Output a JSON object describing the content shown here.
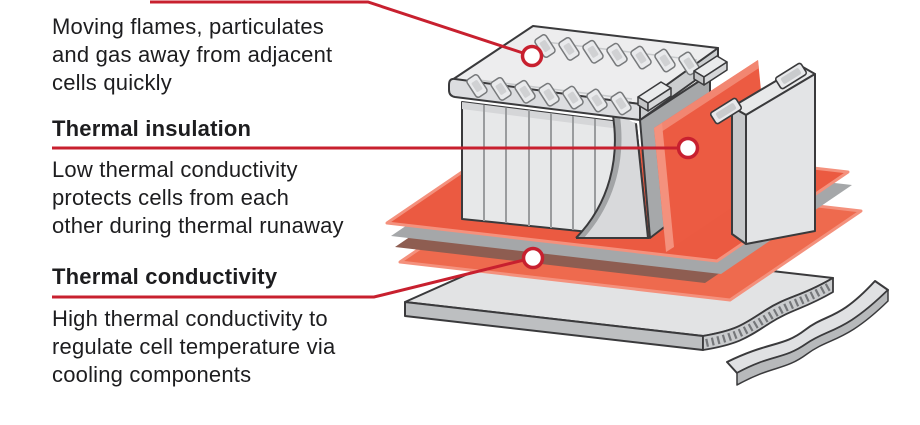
{
  "figure": {
    "type": "labeled-diagram",
    "subject": "battery-module-thermal-management-exploded-view",
    "parts": [
      "battery-module",
      "lid-terminals",
      "thermal-insulation-sheet",
      "battery-cell",
      "thermal-interface-layers",
      "cooling-plate",
      "cooling-channel-strip"
    ],
    "marker_count": 3
  },
  "colors": {
    "accent_red": "#c8202f",
    "orange_sheet": "#eb5a41",
    "orange_sheet_light": "#f4917d",
    "maroon_layer": "#8e5d51",
    "metal_gray": "#e7e8e9",
    "text": "#1d1d1f"
  },
  "annotations": [
    {
      "title": "",
      "body": "Moving flames, particulates\nand gas away from adjacent\ncells quickly"
    },
    {
      "title": "Thermal insulation",
      "body": "Low thermal conductivity\nprotects cells from each\nother during thermal runaway"
    },
    {
      "title": "Thermal conductivity",
      "body": "High thermal conductivity to\nregulate cell temperature via\ncooling components"
    }
  ]
}
